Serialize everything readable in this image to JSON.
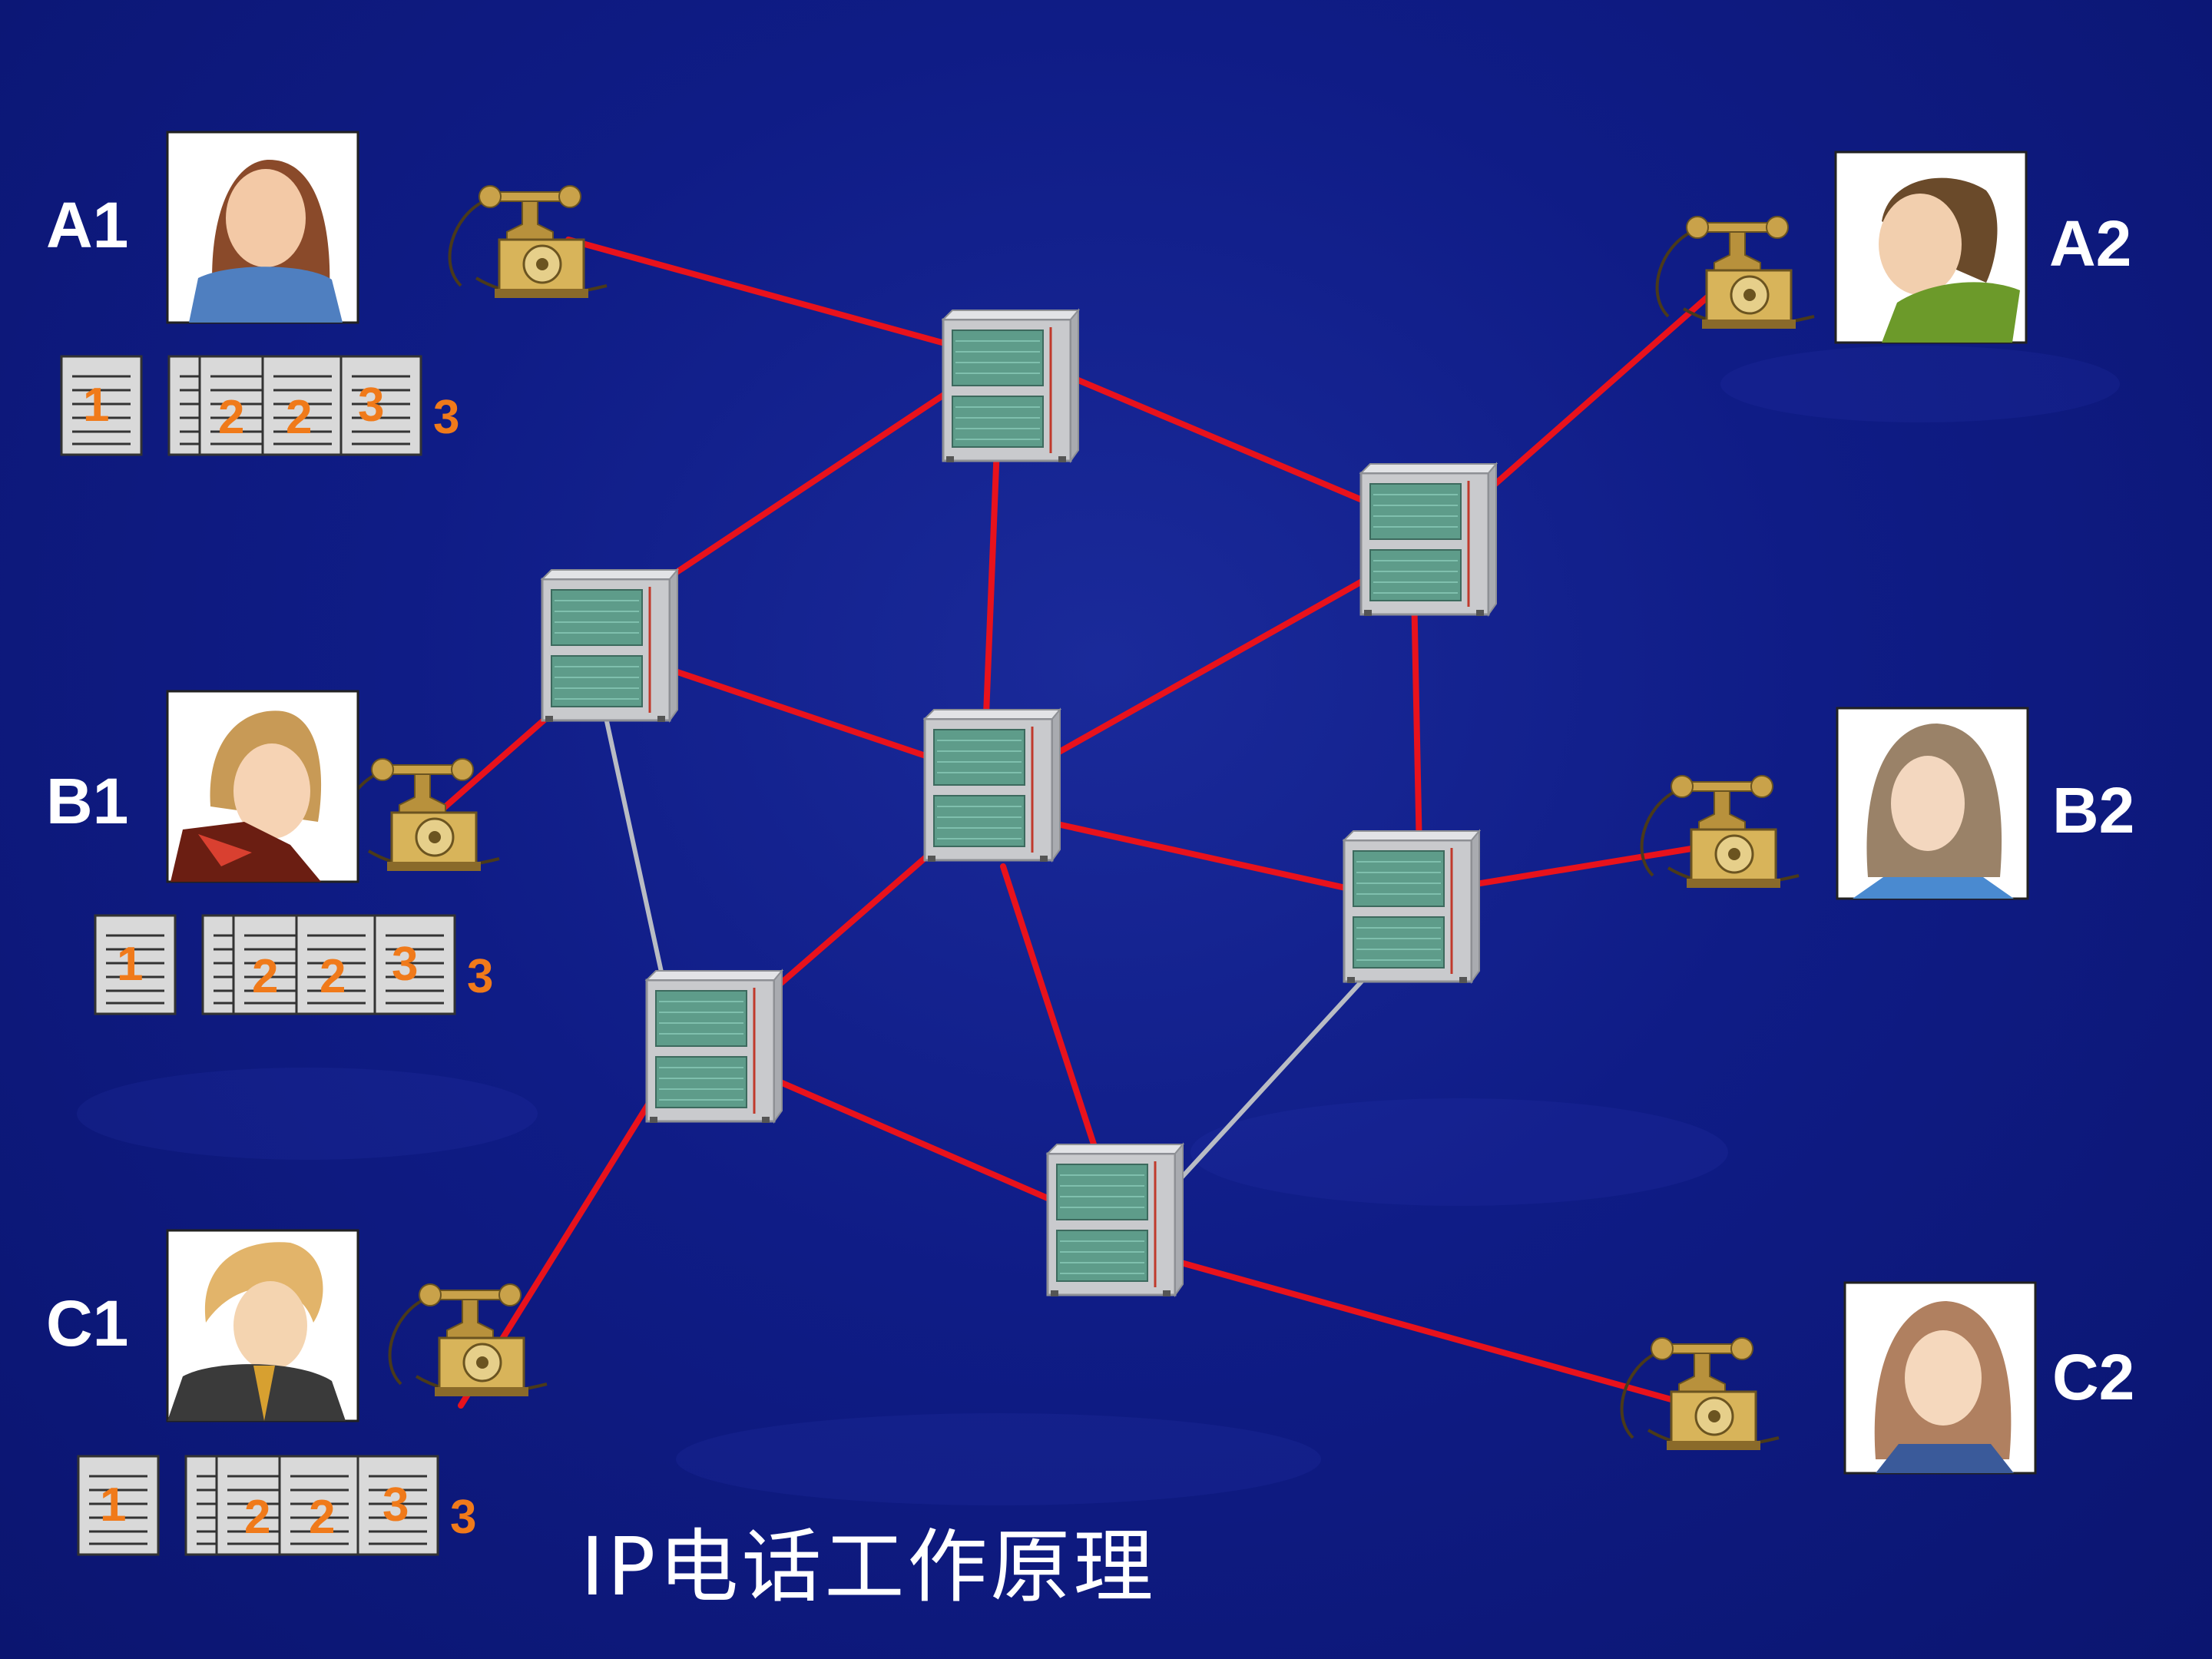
{
  "title": "IP电话工作原理",
  "users": [
    {
      "id": "A1",
      "label": "A1"
    },
    {
      "id": "B1",
      "label": "B1"
    },
    {
      "id": "C1",
      "label": "C1"
    },
    {
      "id": "A2",
      "label": "A2"
    },
    {
      "id": "B2",
      "label": "B2"
    },
    {
      "id": "C2",
      "label": "C2"
    }
  ],
  "packet_rows": [
    {
      "owner": "A1",
      "numbers": [
        "1",
        "2",
        "2",
        "3",
        "3"
      ]
    },
    {
      "owner": "B1",
      "numbers": [
        "1",
        "2",
        "2",
        "3",
        "3"
      ]
    },
    {
      "owner": "C1",
      "numbers": [
        "1",
        "2",
        "2",
        "3",
        "3"
      ]
    }
  ],
  "colors": {
    "background": "#0f1c86",
    "active_link": "#e8121c",
    "idle_link": "#b9bcc4",
    "router_body": "#c9cacd",
    "router_panel": "#5e9c8a",
    "packet_number": "#f07a1a",
    "phone_brass": "#c9a24a"
  },
  "icons": {
    "router": "router-cabinet-icon",
    "phone": "antique-telephone-icon",
    "avatar": "person-avatar-icon",
    "packet": "packet-icon"
  }
}
